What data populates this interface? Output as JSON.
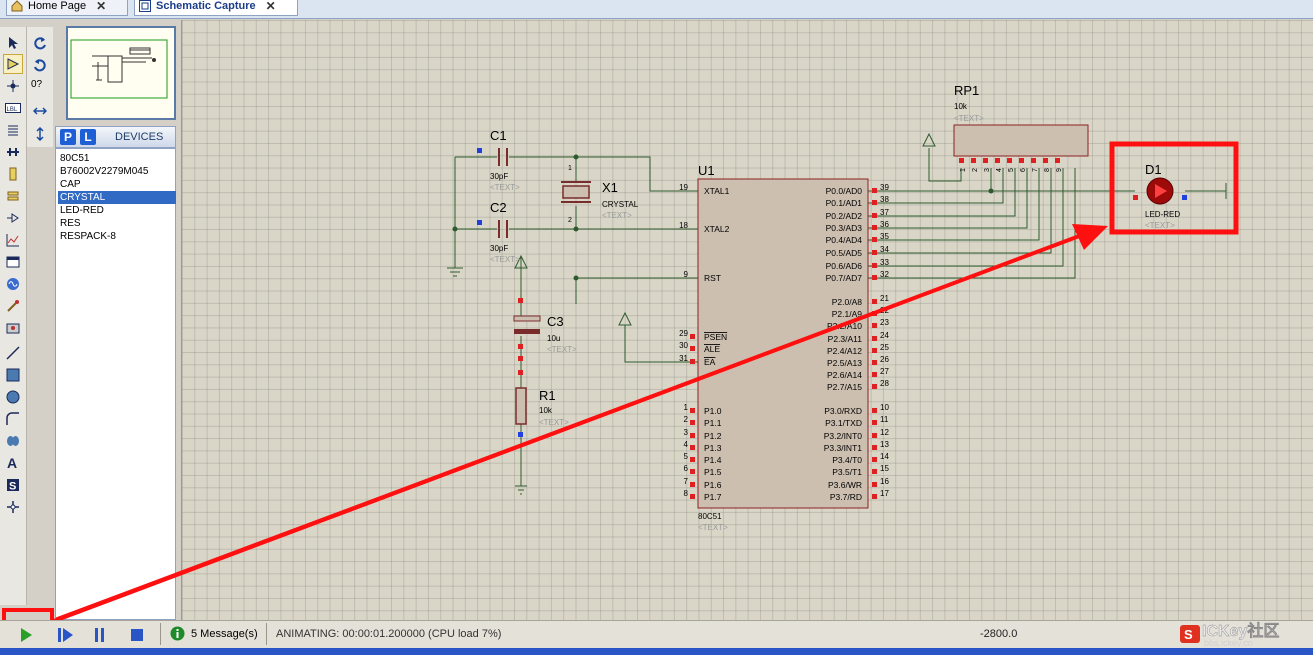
{
  "tabs": [
    {
      "label": "Home Page"
    },
    {
      "label": "Schematic Capture"
    }
  ],
  "rotation_readout": "0?",
  "devices": {
    "header": "DEVICES",
    "p_label": "P",
    "l_label": "L",
    "items": [
      "80C51",
      "B76002V2279M045",
      "CAP",
      "CRYSTAL",
      "LED-RED",
      "RES",
      "RESPACK-8"
    ],
    "selected": "CRYSTAL"
  },
  "schematic": {
    "C1": {
      "ref": "C1",
      "value": "30pF",
      "text": "<TEXT>"
    },
    "C2": {
      "ref": "C2",
      "value": "30pF",
      "text": "<TEXT>"
    },
    "C3": {
      "ref": "C3",
      "value": "10u",
      "text": "<TEXT>"
    },
    "R1": {
      "ref": "R1",
      "value": "10k",
      "text": "<TEXT>"
    },
    "X1": {
      "ref": "X1",
      "value": "CRYSTAL",
      "text": "<TEXT>"
    },
    "RP1": {
      "ref": "RP1",
      "value": "10k",
      "text": "<TEXT>"
    },
    "D1": {
      "ref": "D1",
      "value": "LED-RED",
      "text": "<TEXT>"
    },
    "U1": {
      "ref": "U1",
      "value": "80C51",
      "text": "<TEXT>"
    },
    "left_pins": [
      {
        "num": "19",
        "name": "XTAL1"
      },
      {
        "num": "18",
        "name": "XTAL2"
      },
      {
        "num": "9",
        "name": "RST"
      },
      {
        "num": "29",
        "name": "PSEN"
      },
      {
        "num": "30",
        "name": "ALE"
      },
      {
        "num": "31",
        "name": "EA"
      },
      {
        "num": "1",
        "name": "P1.0"
      },
      {
        "num": "2",
        "name": "P1.1"
      },
      {
        "num": "3",
        "name": "P1.2"
      },
      {
        "num": "4",
        "name": "P1.3"
      },
      {
        "num": "5",
        "name": "P1.4"
      },
      {
        "num": "6",
        "name": "P1.5"
      },
      {
        "num": "7",
        "name": "P1.6"
      },
      {
        "num": "8",
        "name": "P1.7"
      }
    ],
    "right_pins": [
      {
        "num": "39",
        "name": "P0.0/AD0"
      },
      {
        "num": "38",
        "name": "P0.1/AD1"
      },
      {
        "num": "37",
        "name": "P0.2/AD2"
      },
      {
        "num": "36",
        "name": "P0.3/AD3"
      },
      {
        "num": "35",
        "name": "P0.4/AD4"
      },
      {
        "num": "34",
        "name": "P0.5/AD5"
      },
      {
        "num": "33",
        "name": "P0.6/AD6"
      },
      {
        "num": "32",
        "name": "P0.7/AD7"
      },
      {
        "num": "21",
        "name": "P2.0/A8"
      },
      {
        "num": "22",
        "name": "P2.1/A9"
      },
      {
        "num": "23",
        "name": "P2.2/A10"
      },
      {
        "num": "24",
        "name": "P2.3/A11"
      },
      {
        "num": "25",
        "name": "P2.4/A12"
      },
      {
        "num": "26",
        "name": "P2.5/A13"
      },
      {
        "num": "27",
        "name": "P2.6/A14"
      },
      {
        "num": "28",
        "name": "P2.7/A15"
      },
      {
        "num": "10",
        "name": "P3.0/RXD"
      },
      {
        "num": "11",
        "name": "P3.1/TXD"
      },
      {
        "num": "12",
        "name": "P3.2/INT0"
      },
      {
        "num": "13",
        "name": "P3.3/INT1"
      },
      {
        "num": "14",
        "name": "P3.4/T0"
      },
      {
        "num": "15",
        "name": "P3.5/T1"
      },
      {
        "num": "16",
        "name": "P3.6/WR"
      },
      {
        "num": "17",
        "name": "P3.7/RD"
      }
    ],
    "rp_pins": [
      "1",
      "2",
      "3",
      "4",
      "5",
      "6",
      "7",
      "8",
      "9"
    ],
    "x1_pins": [
      "1",
      "2"
    ]
  },
  "status": {
    "messages": "5 Message(s)",
    "animating": "ANIMATING: 00:00:01.200000 (CPU load 7%)",
    "coordinate": "-2800.0"
  },
  "watermark": "ICKey社区 bbs.ickey.cn",
  "colors": {
    "wire": "#2e5a2e",
    "chip_fill": "#cdbfb0",
    "chip_border": "#8b2020",
    "pin_red": "#e02020",
    "pin_blue": "#2040e0",
    "annotation": "#ff1010",
    "led": "#9c0a0a"
  }
}
